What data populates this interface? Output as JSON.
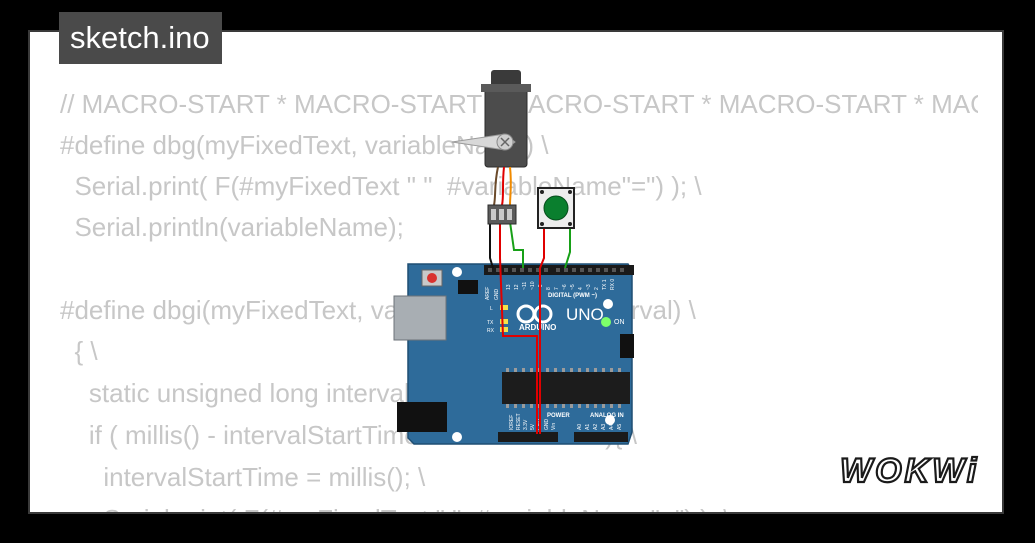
{
  "tab": {
    "title": "sketch.ino"
  },
  "code_lines": [
    "// MACRO-START * MACRO-START * MACRO-START * MACRO-START * MACRO-START",
    "#define dbg(myFixedText, variableName) \\",
    "  Serial.print( F(#myFixedText \" \"  #variableName\"=\") ); \\",
    "  Serial.println(variableName);",
    "",
    "#define dbgi(myFixedText, variableName,timeInterval) \\",
    "  { \\",
    "    static unsigned long intervalStartTime; \\",
    "    if ( millis() - intervalStartTime >= timeInterval ){ \\",
    "      intervalStartTime = millis(); \\",
    "      Serial.print( F(#myFixedText \" \"  #variableName\"=\") ); \\"
  ],
  "board": {
    "brand": "ARDUINO",
    "model": "UNO",
    "on_label": "ON",
    "digital_label": "DIGITAL (PWM ~)",
    "power_label": "POWER",
    "analog_label": "ANALOG IN",
    "aref_label": "AREF",
    "gnd_label": "GND",
    "tx_label": "TX",
    "rx_label": "RX",
    "l_label": "L",
    "pin_labels_top": [
      "13",
      "12",
      "~11",
      "~10",
      "~9",
      "8",
      "7",
      "~6",
      "~5",
      "4",
      "~3",
      "2",
      "TX 1",
      "RX 0"
    ],
    "pin_labels_power": [
      "IOREF",
      "RESET",
      "3.3V",
      "5V",
      "GND",
      "GND",
      "Vin"
    ],
    "pin_labels_analog": [
      "A0",
      "A1",
      "A2",
      "A3",
      "A4",
      "A5"
    ]
  },
  "logo": {
    "text": "WOKWi"
  },
  "colors": {
    "board_blue": "#2e6b9a",
    "wire_red": "#e00000",
    "wire_green": "#17a017",
    "wire_black": "#111111",
    "wire_orange": "#f08a00",
    "button_green": "#0a7f2e",
    "code_gray": "#c7c7c7"
  }
}
